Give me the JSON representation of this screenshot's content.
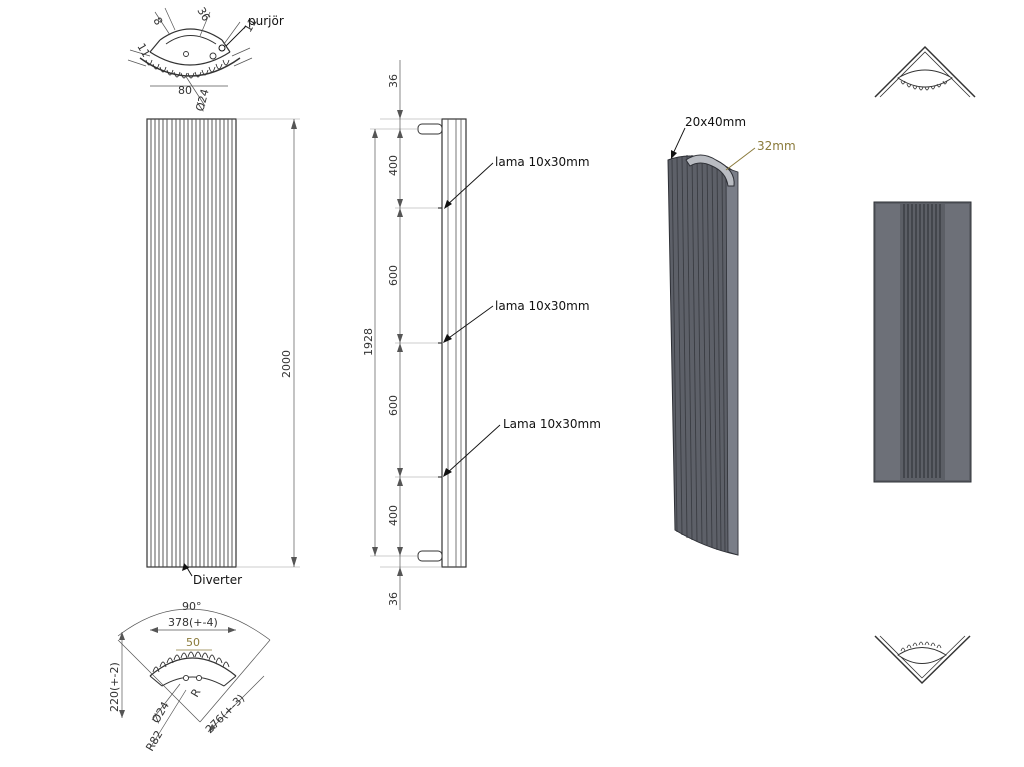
{
  "colors": {
    "line": "#333333",
    "dimension": "#555555",
    "accent": "#8a7a3a",
    "steel": "#5d6068",
    "steel_light": "#7a7e88"
  },
  "top_plan": {
    "dim_8": "8",
    "dim_36": "36",
    "dim_11_left": "11",
    "dim_11_right": "11",
    "dim_80": "80",
    "dim_24": "Ø24",
    "label_purjor": "purjör"
  },
  "front_view": {
    "height": "2000",
    "label_diverter": "Diverter"
  },
  "side_view": {
    "top": "36",
    "bottom": "36",
    "total": "1928",
    "seg1": "400",
    "seg2": "600",
    "seg3": "600",
    "seg4": "400",
    "lama1": "lama 10x30mm",
    "lama2": "lama 10x30mm",
    "lama3": "Lama 10x30mm"
  },
  "iso_view": {
    "label_profile": "20x40mm",
    "label_pipe": "32mm"
  },
  "bottom_plan": {
    "angle": "90°",
    "width": "378(+-4)",
    "inner": "50",
    "depth": "220(+-2)",
    "side": "276(+-3)",
    "dia": "Ø24",
    "r1": "R82",
    "r2": "R"
  }
}
